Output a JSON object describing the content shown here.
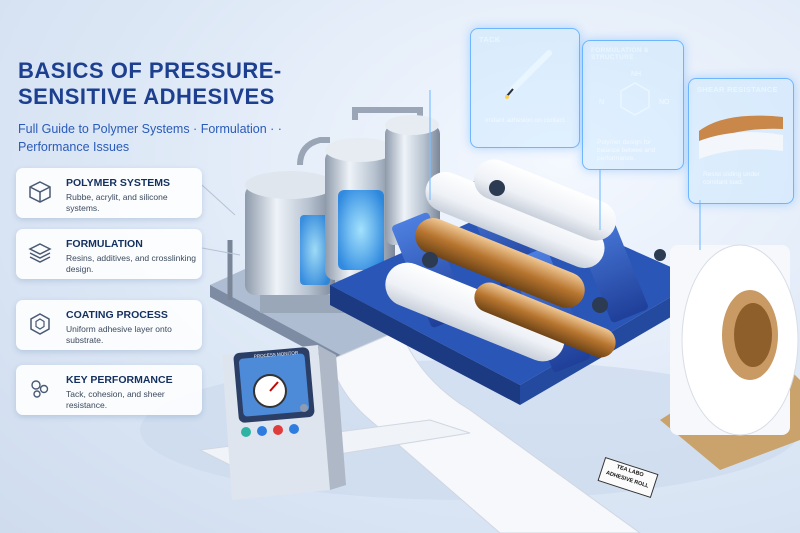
{
  "title": "BASICS OF PRESSURE-SENSITIVE ADHESIVES",
  "subtitle": "Full Guide to Polymer Systems · Formulation · · Performance Issues",
  "cards": [
    {
      "title": "POLYMER SYSTEMS",
      "desc": "Rubbe, acrylit, and silicone systems.",
      "icon": "cube-icon"
    },
    {
      "title": "FORMULATION",
      "desc": "Resins, additives, and crosslinking design.",
      "icon": "layers-icon"
    },
    {
      "title": "COATING PROCESS",
      "desc": "Uniform adhesive layer onto substrate.",
      "icon": "hexagon-icon"
    },
    {
      "title": "KEY PERFORMANCE",
      "desc": "Tack, cohesion, and sheer resistance.",
      "icon": "bubbles-icon"
    }
  ],
  "panels": [
    {
      "title": "TACK",
      "desc": "Instant adhesion on contact."
    },
    {
      "title": "FORMULATION & STRUCTURE",
      "desc": "Polymer design for balance betwee and performance.",
      "chem": [
        "NH",
        "N",
        "NO"
      ]
    },
    {
      "title": "SHEAR RESISTANCE",
      "desc": "Resist sliding under constant load."
    }
  ],
  "machine_screen": "PROCESS MONITOR",
  "roll_label": "TEA LABO ADHESIVE ROLL",
  "colors": {
    "accent": "#1d3f8f",
    "machine_blue": "#2a56b8",
    "panel_glow": "#5aaaff"
  }
}
